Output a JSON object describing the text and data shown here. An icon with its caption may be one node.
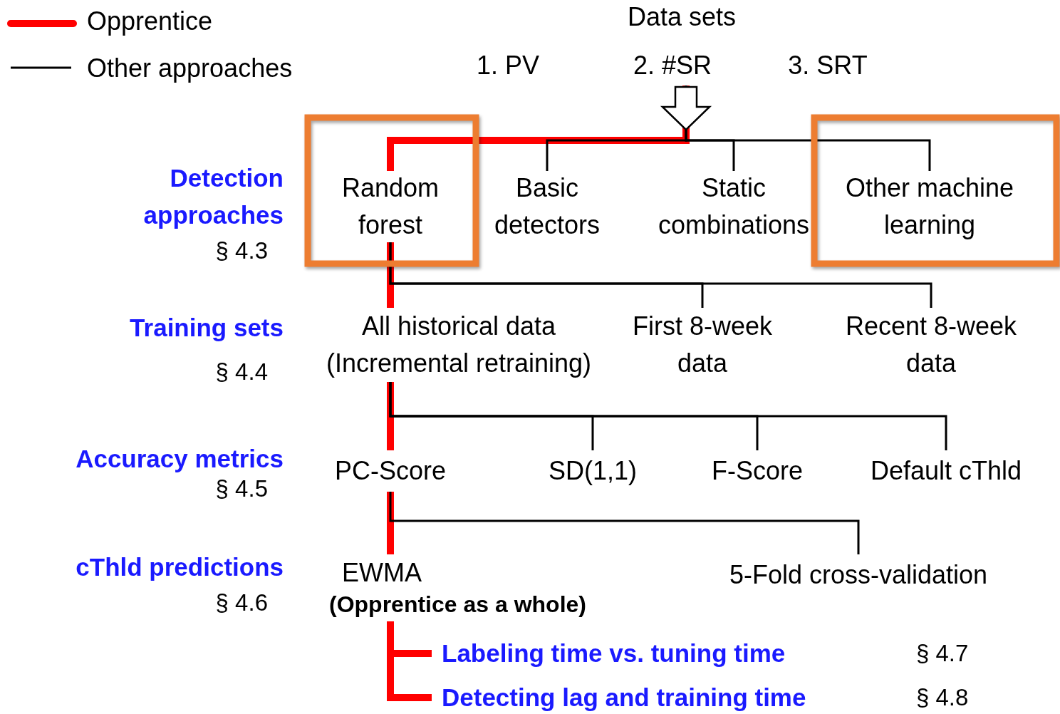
{
  "diagram": {
    "nodes": [
      {
        "text": [
          "Data sets",
          "1. PV",
          "2. #SR",
          "3. SRT"
        ]
      },
      {
        "text": [
          "Random forest"
        ]
      },
      {
        "text": [
          "Basic detectors"
        ]
      },
      {
        "text": [
          "Static combinations"
        ]
      },
      {
        "text": [
          "Other machine learning"
        ]
      },
      {
        "text": [
          "All historical data",
          "(Incremental retraining)"
        ]
      },
      {
        "text": [
          "First 8-week data"
        ]
      },
      {
        "text": [
          "Recent 8-week data"
        ]
      },
      {
        "text": [
          "PC-Score"
        ]
      },
      {
        "text": [
          "SD(1,1)"
        ]
      },
      {
        "text": [
          "F-Score"
        ]
      },
      {
        "text": [
          "Default cThld"
        ]
      },
      {
        "text": [
          "EWMA",
          "(Opprentice as a whole)"
        ]
      },
      {
        "text": [
          "5-Fold cross-validation"
        ]
      },
      {
        "text": [
          "Labeling time vs. tuning time"
        ],
        "beside": [
          "§ 4.7"
        ]
      },
      {
        "text": [
          "Detecting lag and training time"
        ],
        "beside": [
          "§ 4.8"
        ]
      }
    ],
    "edges": [
      {
        "from": 0,
        "to": 1,
        "arrow": "none",
        "style": "thick",
        "color": "#ff0000"
      },
      {
        "from": 0,
        "to": 2,
        "arrow": "none"
      },
      {
        "from": 0,
        "to": 3,
        "arrow": "none"
      },
      {
        "from": 0,
        "to": 4,
        "arrow": "none"
      },
      {
        "from": 1,
        "to": 5,
        "arrow": "none",
        "style": "thick",
        "color": "#ff0000"
      },
      {
        "from": 1,
        "to": 6,
        "arrow": "none"
      },
      {
        "from": 1,
        "to": 7,
        "arrow": "none"
      },
      {
        "from": 5,
        "to": 8,
        "arrow": "none",
        "style": "thick",
        "color": "#ff0000"
      },
      {
        "from": 5,
        "to": 9,
        "arrow": "none"
      },
      {
        "from": 5,
        "to": 10,
        "arrow": "none"
      },
      {
        "from": 5,
        "to": 11,
        "arrow": "none"
      },
      {
        "from": 8,
        "to": 12,
        "arrow": "none",
        "style": "thick",
        "color": "#ff0000"
      },
      {
        "from": 8,
        "to": 13,
        "arrow": "none"
      },
      {
        "from": 12,
        "to": 14,
        "arrow": "none",
        "style": "thick",
        "color": "#ff0000"
      },
      {
        "from": 12,
        "to": 15,
        "arrow": "none",
        "style": "thick",
        "color": "#ff0000"
      }
    ],
    "labels": [
      "Detection approaches",
      "§ 4.3",
      "Training sets",
      "§ 4.4",
      "Accuracy metrics",
      "§ 4.5",
      "cThld predictions",
      "§ 4.6"
    ],
    "legend": [
      {
        "text": "Opprentice"
      },
      {
        "text": "Other approaches"
      }
    ]
  }
}
